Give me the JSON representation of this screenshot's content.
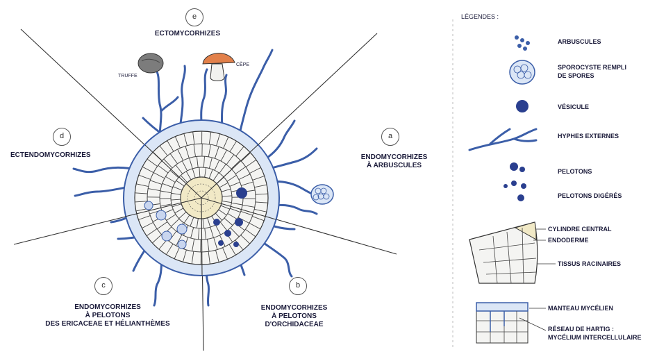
{
  "sectors": {
    "e": {
      "letter": "e",
      "title": "ECTOMYCORHIZES",
      "sub": [
        "TRUFFE",
        "CÈPE"
      ]
    },
    "a": {
      "letter": "a",
      "title_l1": "ENDOMYCORHIZES",
      "title_l2": "À ARBUSCULES"
    },
    "b": {
      "letter": "b",
      "title_l1": "ENDOMYCORHIZES",
      "title_l2": "À PELOTONS",
      "title_l3": "D'ORCHIDACEAE"
    },
    "c": {
      "letter": "c",
      "title_l1": "ENDOMYCORHIZES",
      "title_l2": "À PELOTONS",
      "title_l3": "DES ERICACEAE ET HÉLIANTHÈMES"
    },
    "d": {
      "letter": "d",
      "title": "ECTENDOMYCORHIZES"
    }
  },
  "legend": {
    "title": "LÉGENDES :",
    "items": {
      "arbuscules": "ARBUSCULES",
      "sporocyste_l1": "SPOROCYSTE REMPLI",
      "sporocyste_l2": "DE SPORES",
      "vesicule": "VÉSICULE",
      "hyphes": "HYPHES EXTERNES",
      "pelotons": "PELOTONS",
      "pelotons_dig": "PELOTONS DIGÉRÉS",
      "cylindre": "CYLINDRE CENTRAL",
      "endoderme": "ENDODERME",
      "tissus": "TISSUS RACINAIRES",
      "manteau": "MANTEAU MYCÉLIEN",
      "hartig_l1": "RÉSEAU DE HARTIG :",
      "hartig_l2": "MYCÉLIUM INTERCELLULAIRE"
    }
  },
  "colors": {
    "hypha": "#3b5ea8",
    "cell": "#f2f2f0",
    "line": "#3a3a3a",
    "pale": "#dbe6f6",
    "dark": "#2a3f8f",
    "cap": "#e2804a"
  }
}
